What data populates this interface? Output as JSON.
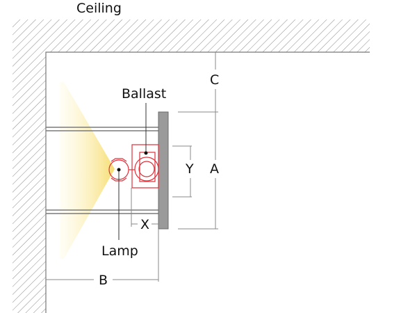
{
  "labels": {
    "ceiling": "Ceiling",
    "ballast": "Ballast",
    "lamp": "Lamp",
    "dim_a": "A",
    "dim_b": "B",
    "dim_c": "C",
    "dim_x": "X",
    "dim_y": "Y"
  },
  "colors": {
    "hatch": "#8c8c8c",
    "panel": "#9a9a9a",
    "panel_stroke": "#6a6a6a",
    "rail": "#7a7a7a",
    "fixture": "#e0303a",
    "light": "#f6dc6a",
    "dimension": "#8a8a8a"
  }
}
